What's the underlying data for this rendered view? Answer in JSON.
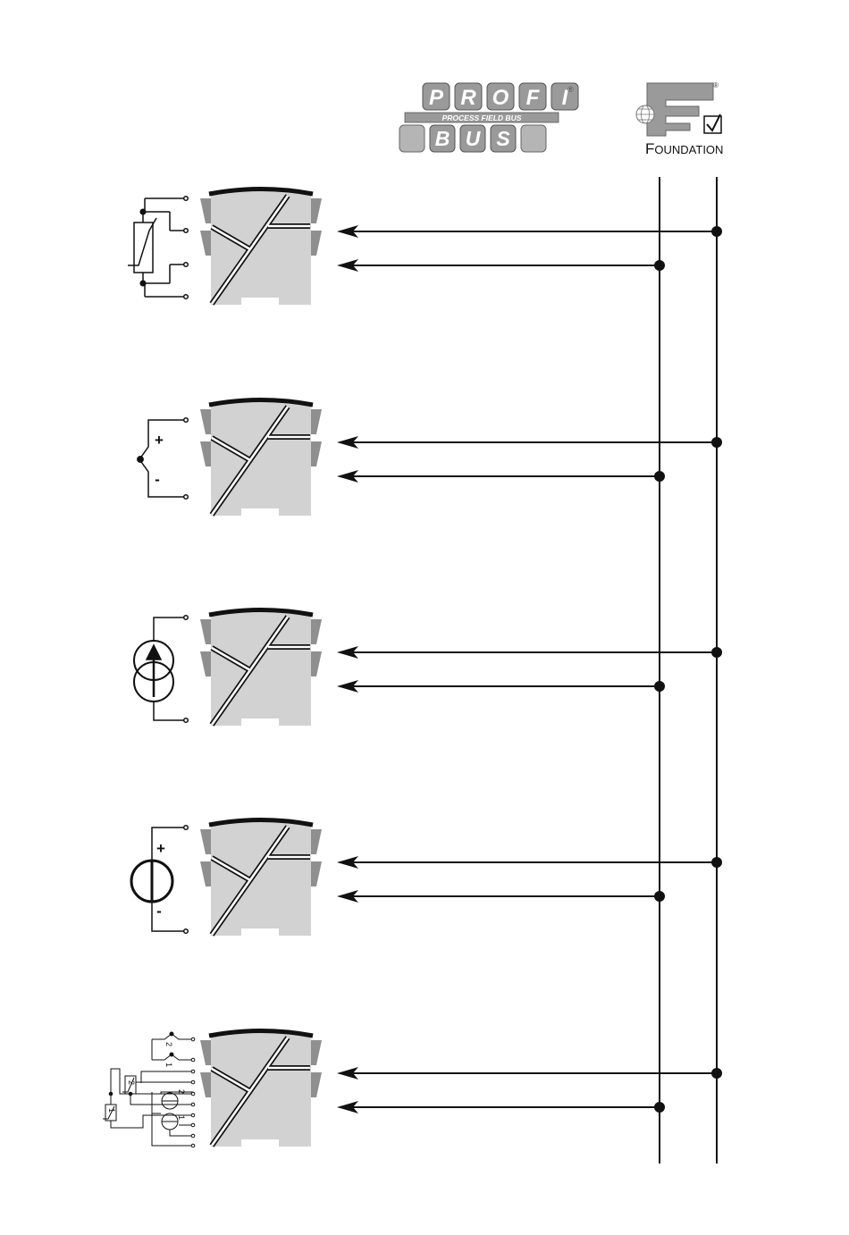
{
  "logos": {
    "profibus": {
      "top_letters": [
        "P",
        "R",
        "O",
        "F",
        "I"
      ],
      "band_text": "PROCESS FIELD BUS",
      "bottom_letters": [
        "B",
        "U",
        "S"
      ],
      "registered": "®"
    },
    "fieldbus_foundation": {
      "first_letter": "F",
      "rest": "OUNDATION",
      "registered": "®"
    }
  },
  "inputs": [
    {
      "type": "rtd"
    },
    {
      "type": "thermocouple",
      "plus": "+",
      "minus": "-"
    },
    {
      "type": "current-source"
    },
    {
      "type": "voltage-source",
      "plus": "+",
      "minus": "-"
    },
    {
      "type": "dual-input",
      "labels": [
        "2",
        "1",
        "2",
        "1",
        "2",
        "1"
      ]
    }
  ],
  "colors": {
    "line": "#111111",
    "module_fill": "#d2d2d2",
    "module_clip": "#8f8f8f",
    "logo_fill": "#9a9a9a",
    "logo_letter": "#ffffff"
  }
}
